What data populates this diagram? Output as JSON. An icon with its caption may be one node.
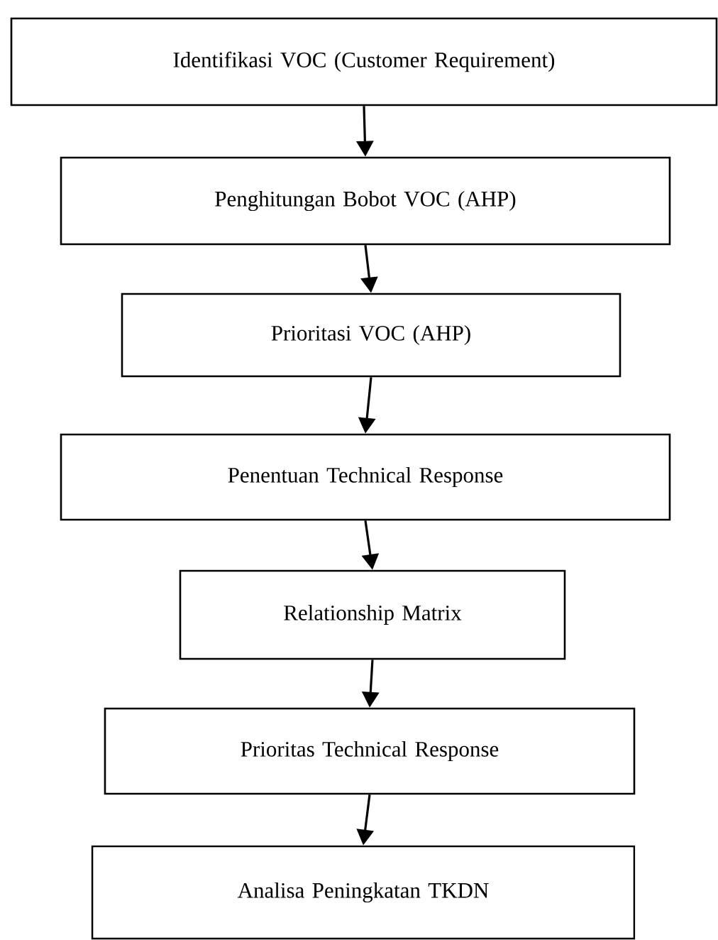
{
  "diagram": {
    "nodes": [
      {
        "text": [
          "Identifikasi VOC (Customer Requirement)"
        ]
      },
      {
        "text": [
          "Penghitungan Bobot VOC (AHP)"
        ]
      },
      {
        "text": [
          "Prioritasi VOC (AHP)"
        ]
      },
      {
        "text": [
          "Penentuan Technical Response"
        ]
      },
      {
        "text": [
          "Relationship Matrix"
        ]
      },
      {
        "text": [
          "Prioritas Technical Response"
        ]
      },
      {
        "text": [
          "Analisa Peningkatan TKDN"
        ]
      }
    ],
    "edges": [
      {
        "from": 0,
        "to": 1,
        "arrow": "to"
      },
      {
        "from": 1,
        "to": 2,
        "arrow": "to"
      },
      {
        "from": 2,
        "to": 3,
        "arrow": "to"
      },
      {
        "from": 3,
        "to": 4,
        "arrow": "to"
      },
      {
        "from": 4,
        "to": 5,
        "arrow": "to"
      },
      {
        "from": 5,
        "to": 6,
        "arrow": "to"
      }
    ]
  }
}
